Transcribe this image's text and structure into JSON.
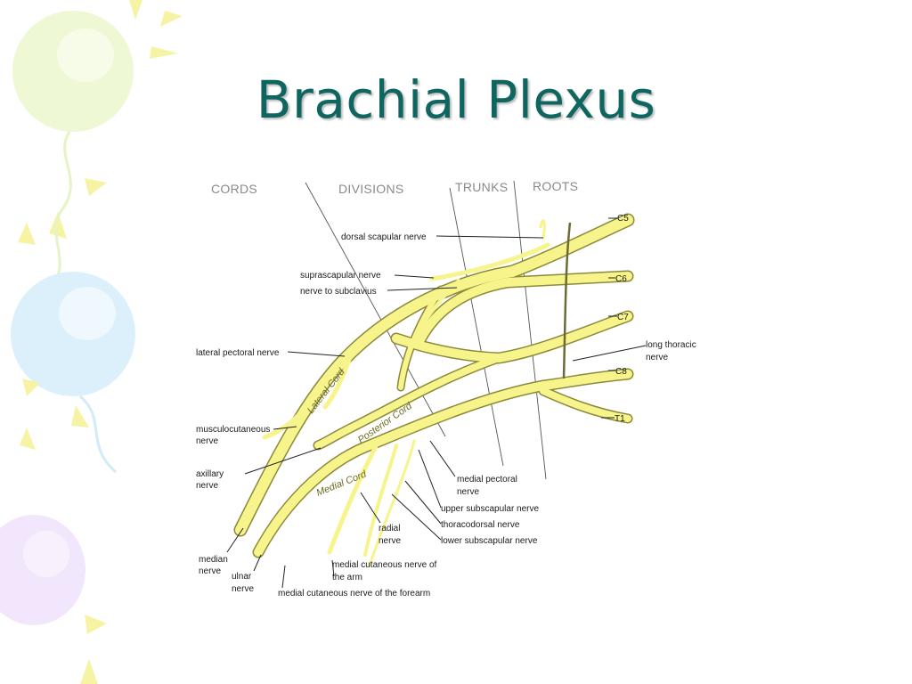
{
  "slide": {
    "title": "Brachial Plexus"
  },
  "diagram": {
    "headers": {
      "cords": "CORDS",
      "divisions": "DIVISIONS",
      "trunks": "TRUNKS",
      "roots": "ROOTS"
    },
    "roots": {
      "c5": "C5",
      "c6": "C6",
      "c7": "C7",
      "c8": "C8",
      "t1": "T1"
    },
    "cord_labels": {
      "lateral": "Lateral Cord",
      "posterior": "Posterior Cord",
      "medial": "Medial Cord"
    },
    "nerves": {
      "dorsal_scapular": "dorsal scapular nerve",
      "suprascapular": "suprascapular nerve",
      "subclavius": "nerve to subclavius",
      "lateral_pectoral": "lateral pectoral nerve",
      "musculocutaneous": [
        "musculocutaneous",
        "nerve"
      ],
      "axillary": [
        "axillary",
        "nerve"
      ],
      "median": [
        "median",
        "nerve"
      ],
      "ulnar": [
        "ulnar",
        "nerve"
      ],
      "radial": [
        "radial",
        "nerve"
      ],
      "medial_cut_arm": [
        "medial cutaneous nerve of",
        "the arm"
      ],
      "medial_cut_forearm": "medial cutaneous nerve of the forearm",
      "medial_pectoral": [
        "medial pectoral",
        "nerve"
      ],
      "upper_subscapular": "upper subscapular nerve",
      "thoracodorsal": "thoracodorsal nerve",
      "lower_subscapular": "lower subscapular nerve",
      "long_thoracic": [
        "long thoracic",
        "nerve"
      ]
    }
  },
  "colors": {
    "title": "#0f6560",
    "nerve_fill": "#f6f48a",
    "nerve_outline": "#8c8a3a"
  }
}
